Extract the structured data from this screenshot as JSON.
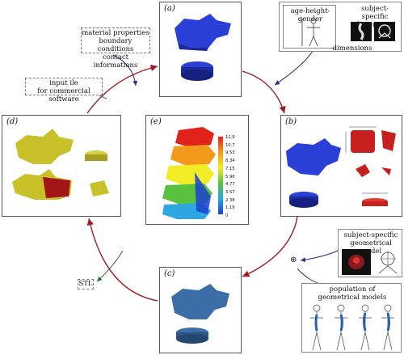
{
  "panels": {
    "a": "(a)",
    "b": "(b)",
    "c": "(c)",
    "d": "(d)",
    "e": "(e)"
  },
  "notes": {
    "material": [
      "material properties",
      "boundary conditions",
      "contact informations"
    ],
    "input_file": [
      "input ile",
      "for commercial software"
    ],
    "stl": "STL",
    "age_height_gender": "age-height-gender",
    "subject_specific_dimensions": [
      "subject-specific",
      "dimensions"
    ],
    "dimensions": "dimensions",
    "subject_specific_model": [
      "subject-specific",
      "geometrical model"
    ],
    "population": [
      "population of",
      "geometrical models"
    ],
    "operator": "⊕"
  },
  "colorbar_ticks": [
    "11.9",
    "10.7",
    "9.53",
    "8.34",
    "7.15",
    "5.96",
    "4.77",
    "3.57",
    "2.38",
    "1.19",
    "0"
  ],
  "colors": {
    "vertebra_blue": "#2a3fd6",
    "vertebra_steelblue": "#3b6ea6",
    "vertebra_yellow": "#c9c12a",
    "sectioned_red": "#c81f1f",
    "arrow_dark_red": "#9c1d23",
    "arrow_navy": "#2c2e78",
    "arrow_green": "#2a6b3c"
  }
}
